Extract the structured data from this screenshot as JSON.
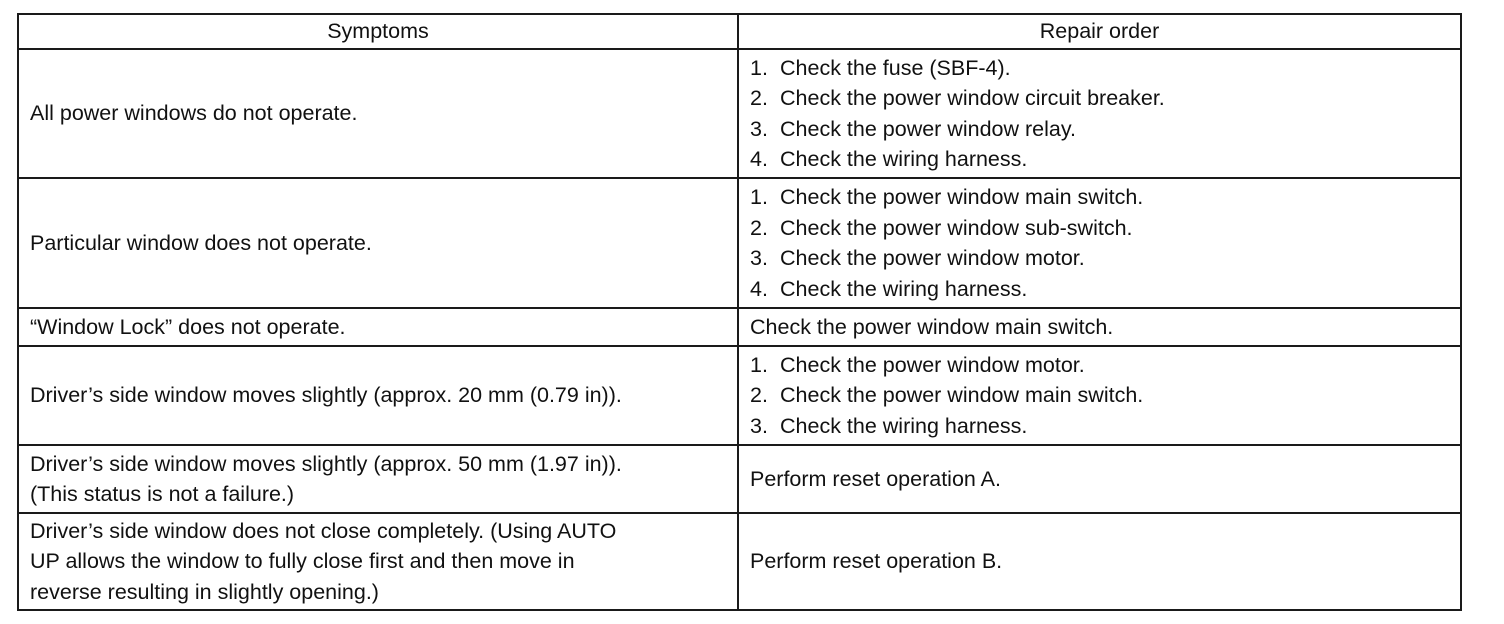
{
  "table": {
    "headers": [
      "Symptoms",
      "Repair order"
    ],
    "rows": [
      {
        "symptom": [
          "All power windows do not operate."
        ],
        "repair": [
          {
            "n": "1.",
            "text": "Check the fuse (SBF-4)."
          },
          {
            "n": "2.",
            "text": "Check the power window circuit breaker."
          },
          {
            "n": "3.",
            "text": "Check the power window relay."
          },
          {
            "n": "4.",
            "text": "Check the wiring harness."
          }
        ]
      },
      {
        "symptom": [
          "Particular window does not operate."
        ],
        "repair": [
          {
            "n": "1.",
            "text": "Check the power window main switch."
          },
          {
            "n": "2.",
            "text": "Check the power window sub-switch."
          },
          {
            "n": "3.",
            "text": "Check the power window motor."
          },
          {
            "n": "4.",
            "text": "Check the wiring harness."
          }
        ]
      },
      {
        "symptom": [
          "“Window Lock” does not operate."
        ],
        "repair_text": "Check the power window main switch."
      },
      {
        "symptom": [
          "Driver’s side window moves slightly (approx. 20 mm (0.79 in))."
        ],
        "repair": [
          {
            "n": "1.",
            "text": "Check the power window motor."
          },
          {
            "n": "2.",
            "text": "Check the power window main switch."
          },
          {
            "n": "3.",
            "text": "Check the wiring harness."
          }
        ]
      },
      {
        "symptom": [
          "Driver’s side window moves slightly (approx. 50 mm (1.97 in)).",
          "(This status is not a failure.)"
        ],
        "repair_text": "Perform reset operation A."
      },
      {
        "symptom": [
          "Driver’s side window does not close completely. (Using AUTO",
          "UP allows the window to fully close first and then move in",
          "reverse resulting in slightly opening.)"
        ],
        "repair_text": "Perform reset operation B."
      }
    ]
  }
}
